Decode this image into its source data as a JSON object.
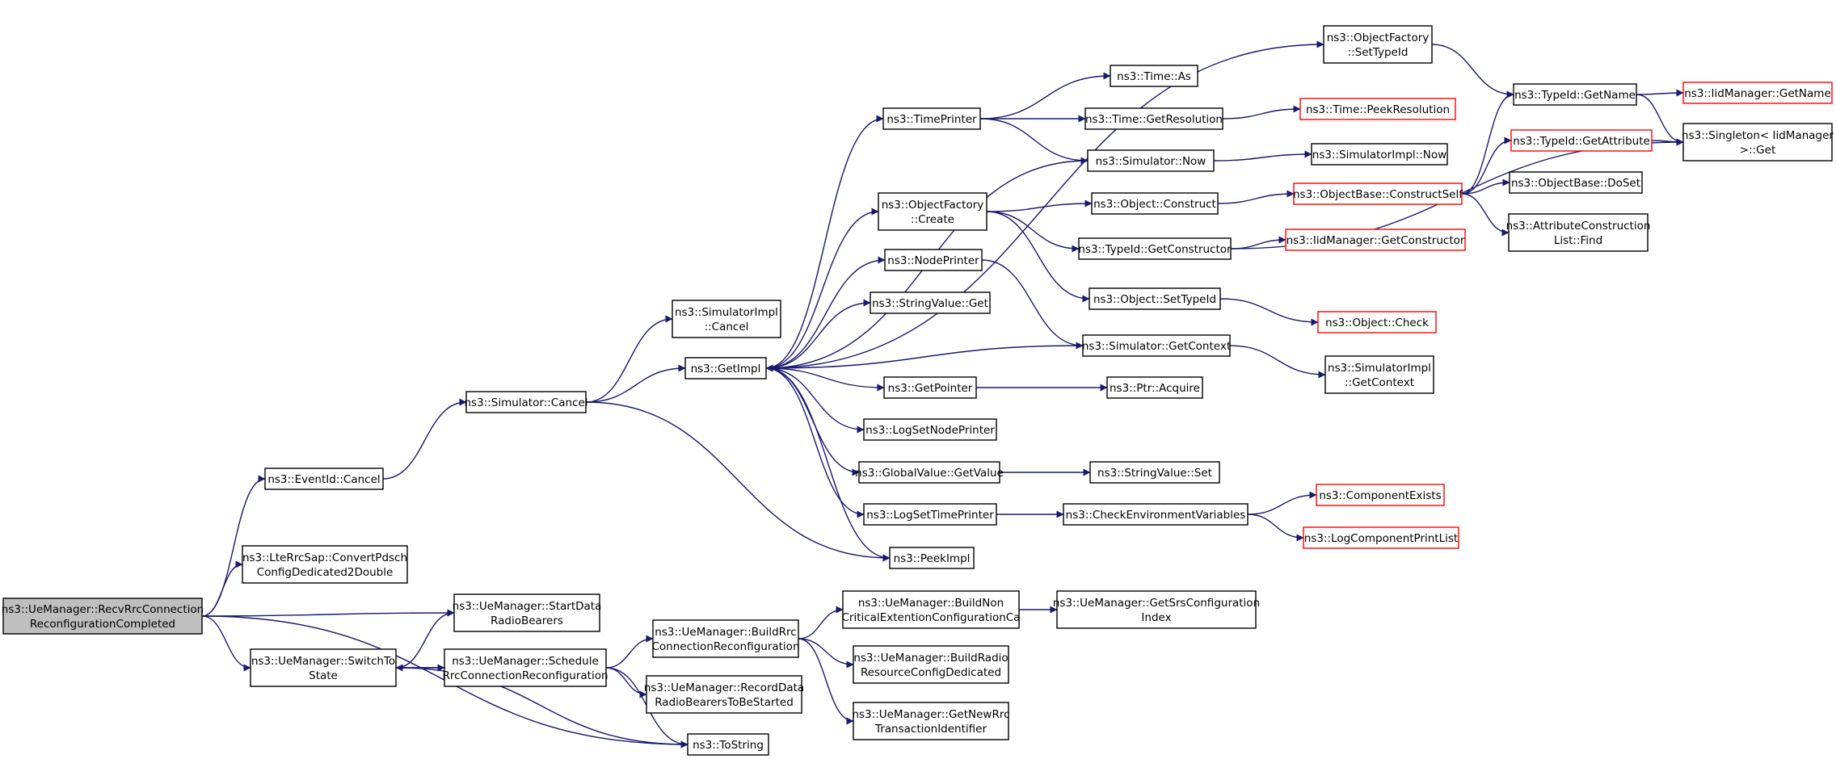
{
  "graph": {
    "nodes": [
      {
        "id": "root",
        "lines": [
          "ns3::UeManager::RecvRrcConnection",
          "ReconfigurationCompleted"
        ],
        "kind": "root"
      },
      {
        "id": "eventid",
        "lines": [
          "ns3::EventId::Cancel"
        ]
      },
      {
        "id": "ltesap",
        "lines": [
          "ns3::LteRrcSap::ConvertPdsch",
          "ConfigDedicated2Double"
        ]
      },
      {
        "id": "startdata",
        "lines": [
          "ns3::UeManager::StartData",
          "RadioBearers"
        ]
      },
      {
        "id": "switchto",
        "lines": [
          "ns3::UeManager::SwitchTo",
          "State"
        ]
      },
      {
        "id": "schedule",
        "lines": [
          "ns3::UeManager::Schedule",
          "RrcConnectionReconfiguration"
        ]
      },
      {
        "id": "simcancel",
        "lines": [
          "ns3::Simulator::Cancel"
        ]
      },
      {
        "id": "simimplcancel",
        "lines": [
          "ns3::SimulatorImpl",
          "::Cancel"
        ]
      },
      {
        "id": "getimpl",
        "lines": [
          "ns3::GetImpl"
        ]
      },
      {
        "id": "buildrrc",
        "lines": [
          "ns3::UeManager::BuildRrc",
          "ConnectionReconfiguration"
        ]
      },
      {
        "id": "recorddata",
        "lines": [
          "ns3::UeManager::RecordData",
          "RadioBearersToBeStarted"
        ]
      },
      {
        "id": "tostring",
        "lines": [
          "ns3::ToString"
        ]
      },
      {
        "id": "timeprinter",
        "lines": [
          "ns3::TimePrinter"
        ]
      },
      {
        "id": "objfactcreate",
        "lines": [
          "ns3::ObjectFactory",
          "::Create"
        ]
      },
      {
        "id": "nodeprinter",
        "lines": [
          "ns3::NodePrinter"
        ]
      },
      {
        "id": "stringvalget",
        "lines": [
          "ns3::StringValue::Get"
        ]
      },
      {
        "id": "getpointer",
        "lines": [
          "ns3::GetPointer"
        ]
      },
      {
        "id": "logsetnode",
        "lines": [
          "ns3::LogSetNodePrinter"
        ]
      },
      {
        "id": "globalvalue",
        "lines": [
          "ns3::GlobalValue::GetValue"
        ]
      },
      {
        "id": "logsettime",
        "lines": [
          "ns3::LogSetTimePrinter"
        ]
      },
      {
        "id": "peekimpl",
        "lines": [
          "ns3::PeekImpl"
        ]
      },
      {
        "id": "buildnoncrit",
        "lines": [
          "ns3::UeManager::BuildNon",
          "CriticalExtentionConfigurationCa"
        ]
      },
      {
        "id": "buildradio",
        "lines": [
          "ns3::UeManager::BuildRadio",
          "ResourceConfigDedicated"
        ]
      },
      {
        "id": "getnewrrc",
        "lines": [
          "ns3::UeManager::GetNewRrc",
          "TransactionIdentifier"
        ]
      },
      {
        "id": "getsrs",
        "lines": [
          "ns3::UeManager::GetSrsConfiguration",
          "Index"
        ]
      },
      {
        "id": "timeas",
        "lines": [
          "ns3::Time::As"
        ]
      },
      {
        "id": "timegetres",
        "lines": [
          "ns3::Time::GetResolution"
        ]
      },
      {
        "id": "simnow",
        "lines": [
          "ns3::Simulator::Now"
        ]
      },
      {
        "id": "objconstruct",
        "lines": [
          "ns3::Object::Construct"
        ]
      },
      {
        "id": "typeidgetctor",
        "lines": [
          "ns3::TypeId::GetConstructor"
        ]
      },
      {
        "id": "objsettypeid",
        "lines": [
          "ns3::Object::SetTypeId"
        ]
      },
      {
        "id": "simgetctx",
        "lines": [
          "ns3::Simulator::GetContext"
        ]
      },
      {
        "id": "ptracquire",
        "lines": [
          "ns3::Ptr::Acquire"
        ]
      },
      {
        "id": "strvalset",
        "lines": [
          "ns3::StringValue::Set"
        ]
      },
      {
        "id": "checkenv",
        "lines": [
          "ns3::CheckEnvironmentVariables"
        ]
      },
      {
        "id": "objfactsettypeid",
        "lines": [
          "ns3::ObjectFactory",
          "::SetTypeId"
        ]
      },
      {
        "id": "timepeek",
        "lines": [
          "ns3::Time::PeekResolution"
        ],
        "kind": "ext"
      },
      {
        "id": "simimplnow",
        "lines": [
          "ns3::SimulatorImpl::Now"
        ]
      },
      {
        "id": "objbaseconstruct",
        "lines": [
          "ns3::ObjectBase::ConstructSelf"
        ],
        "kind": "ext"
      },
      {
        "id": "iidgetctor",
        "lines": [
          "ns3::IidManager::GetConstructor"
        ],
        "kind": "ext"
      },
      {
        "id": "objcheck",
        "lines": [
          "ns3::Object::Check"
        ],
        "kind": "ext"
      },
      {
        "id": "simimplgetctx",
        "lines": [
          "ns3::SimulatorImpl",
          "::GetContext"
        ]
      },
      {
        "id": "compexists",
        "lines": [
          "ns3::ComponentExists"
        ],
        "kind": "ext"
      },
      {
        "id": "logcompprint",
        "lines": [
          "ns3::LogComponentPrintList"
        ],
        "kind": "ext"
      },
      {
        "id": "typeidgetname",
        "lines": [
          "ns3::TypeId::GetName"
        ]
      },
      {
        "id": "typeidgetattr",
        "lines": [
          "ns3::TypeId::GetAttribute"
        ],
        "kind": "ext"
      },
      {
        "id": "objbasedoset",
        "lines": [
          "ns3::ObjectBase::DoSet"
        ]
      },
      {
        "id": "attrconstr",
        "lines": [
          "ns3::AttributeConstruction",
          "List::Find"
        ]
      },
      {
        "id": "iidgetname",
        "lines": [
          "ns3::IidManager::GetName"
        ],
        "kind": "ext"
      },
      {
        "id": "singleton",
        "lines": [
          "ns3::Singleton< IidManager",
          ">::Get"
        ]
      }
    ],
    "edges": [
      [
        "root",
        "eventid"
      ],
      [
        "root",
        "ltesap"
      ],
      [
        "root",
        "startdata"
      ],
      [
        "root",
        "switchto"
      ],
      [
        "root",
        "tostring"
      ],
      [
        "eventid",
        "simcancel"
      ],
      [
        "switchto",
        "startdata"
      ],
      [
        "switchto",
        "schedule"
      ],
      [
        "switchto",
        "tostring"
      ],
      [
        "schedule",
        "switchto"
      ],
      [
        "schedule",
        "buildrrc"
      ],
      [
        "schedule",
        "recorddata"
      ],
      [
        "schedule",
        "tostring"
      ],
      [
        "simcancel",
        "simimplcancel"
      ],
      [
        "simcancel",
        "getimpl"
      ],
      [
        "simcancel",
        "peekimpl"
      ],
      [
        "getimpl",
        "timeprinter"
      ],
      [
        "getimpl",
        "objfactcreate"
      ],
      [
        "getimpl",
        "nodeprinter"
      ],
      [
        "getimpl",
        "stringvalget"
      ],
      [
        "getimpl",
        "getpointer"
      ],
      [
        "getimpl",
        "logsetnode"
      ],
      [
        "getimpl",
        "globalvalue"
      ],
      [
        "getimpl",
        "logsettime"
      ],
      [
        "getimpl",
        "peekimpl"
      ],
      [
        "getimpl",
        "objfactsettypeid"
      ],
      [
        "buildrrc",
        "buildnoncrit"
      ],
      [
        "buildrrc",
        "buildradio"
      ],
      [
        "buildrrc",
        "getnewrrc"
      ],
      [
        "buildnoncrit",
        "getsrs"
      ],
      [
        "timeprinter",
        "timeas"
      ],
      [
        "timeprinter",
        "timegetres"
      ],
      [
        "timeprinter",
        "simnow"
      ],
      [
        "timegetres",
        "timepeek"
      ],
      [
        "simnow",
        "getimpl"
      ],
      [
        "simnow",
        "simimplnow"
      ],
      [
        "objfactcreate",
        "objconstruct"
      ],
      [
        "objfactcreate",
        "typeidgetctor"
      ],
      [
        "objfactcreate",
        "objsettypeid"
      ],
      [
        "objconstruct",
        "objbaseconstruct"
      ],
      [
        "typeidgetctor",
        "iidgetctor"
      ],
      [
        "typeidgetctor",
        "singleton"
      ],
      [
        "objsettypeid",
        "objcheck"
      ],
      [
        "nodeprinter",
        "simgetctx"
      ],
      [
        "simgetctx",
        "getimpl"
      ],
      [
        "simgetctx",
        "simimplgetctx"
      ],
      [
        "getpointer",
        "ptracquire"
      ],
      [
        "globalvalue",
        "strvalset"
      ],
      [
        "logsettime",
        "checkenv"
      ],
      [
        "checkenv",
        "compexists"
      ],
      [
        "checkenv",
        "logcompprint"
      ],
      [
        "objfactsettypeid",
        "typeidgetname"
      ],
      [
        "objbaseconstruct",
        "typeidgetname"
      ],
      [
        "objbaseconstruct",
        "typeidgetattr"
      ],
      [
        "objbaseconstruct",
        "objbasedoset"
      ],
      [
        "objbaseconstruct",
        "attrconstr"
      ],
      [
        "typeidgetattr",
        "singleton"
      ],
      [
        "typeidgetname",
        "iidgetname"
      ],
      [
        "typeidgetname",
        "singleton"
      ]
    ]
  }
}
